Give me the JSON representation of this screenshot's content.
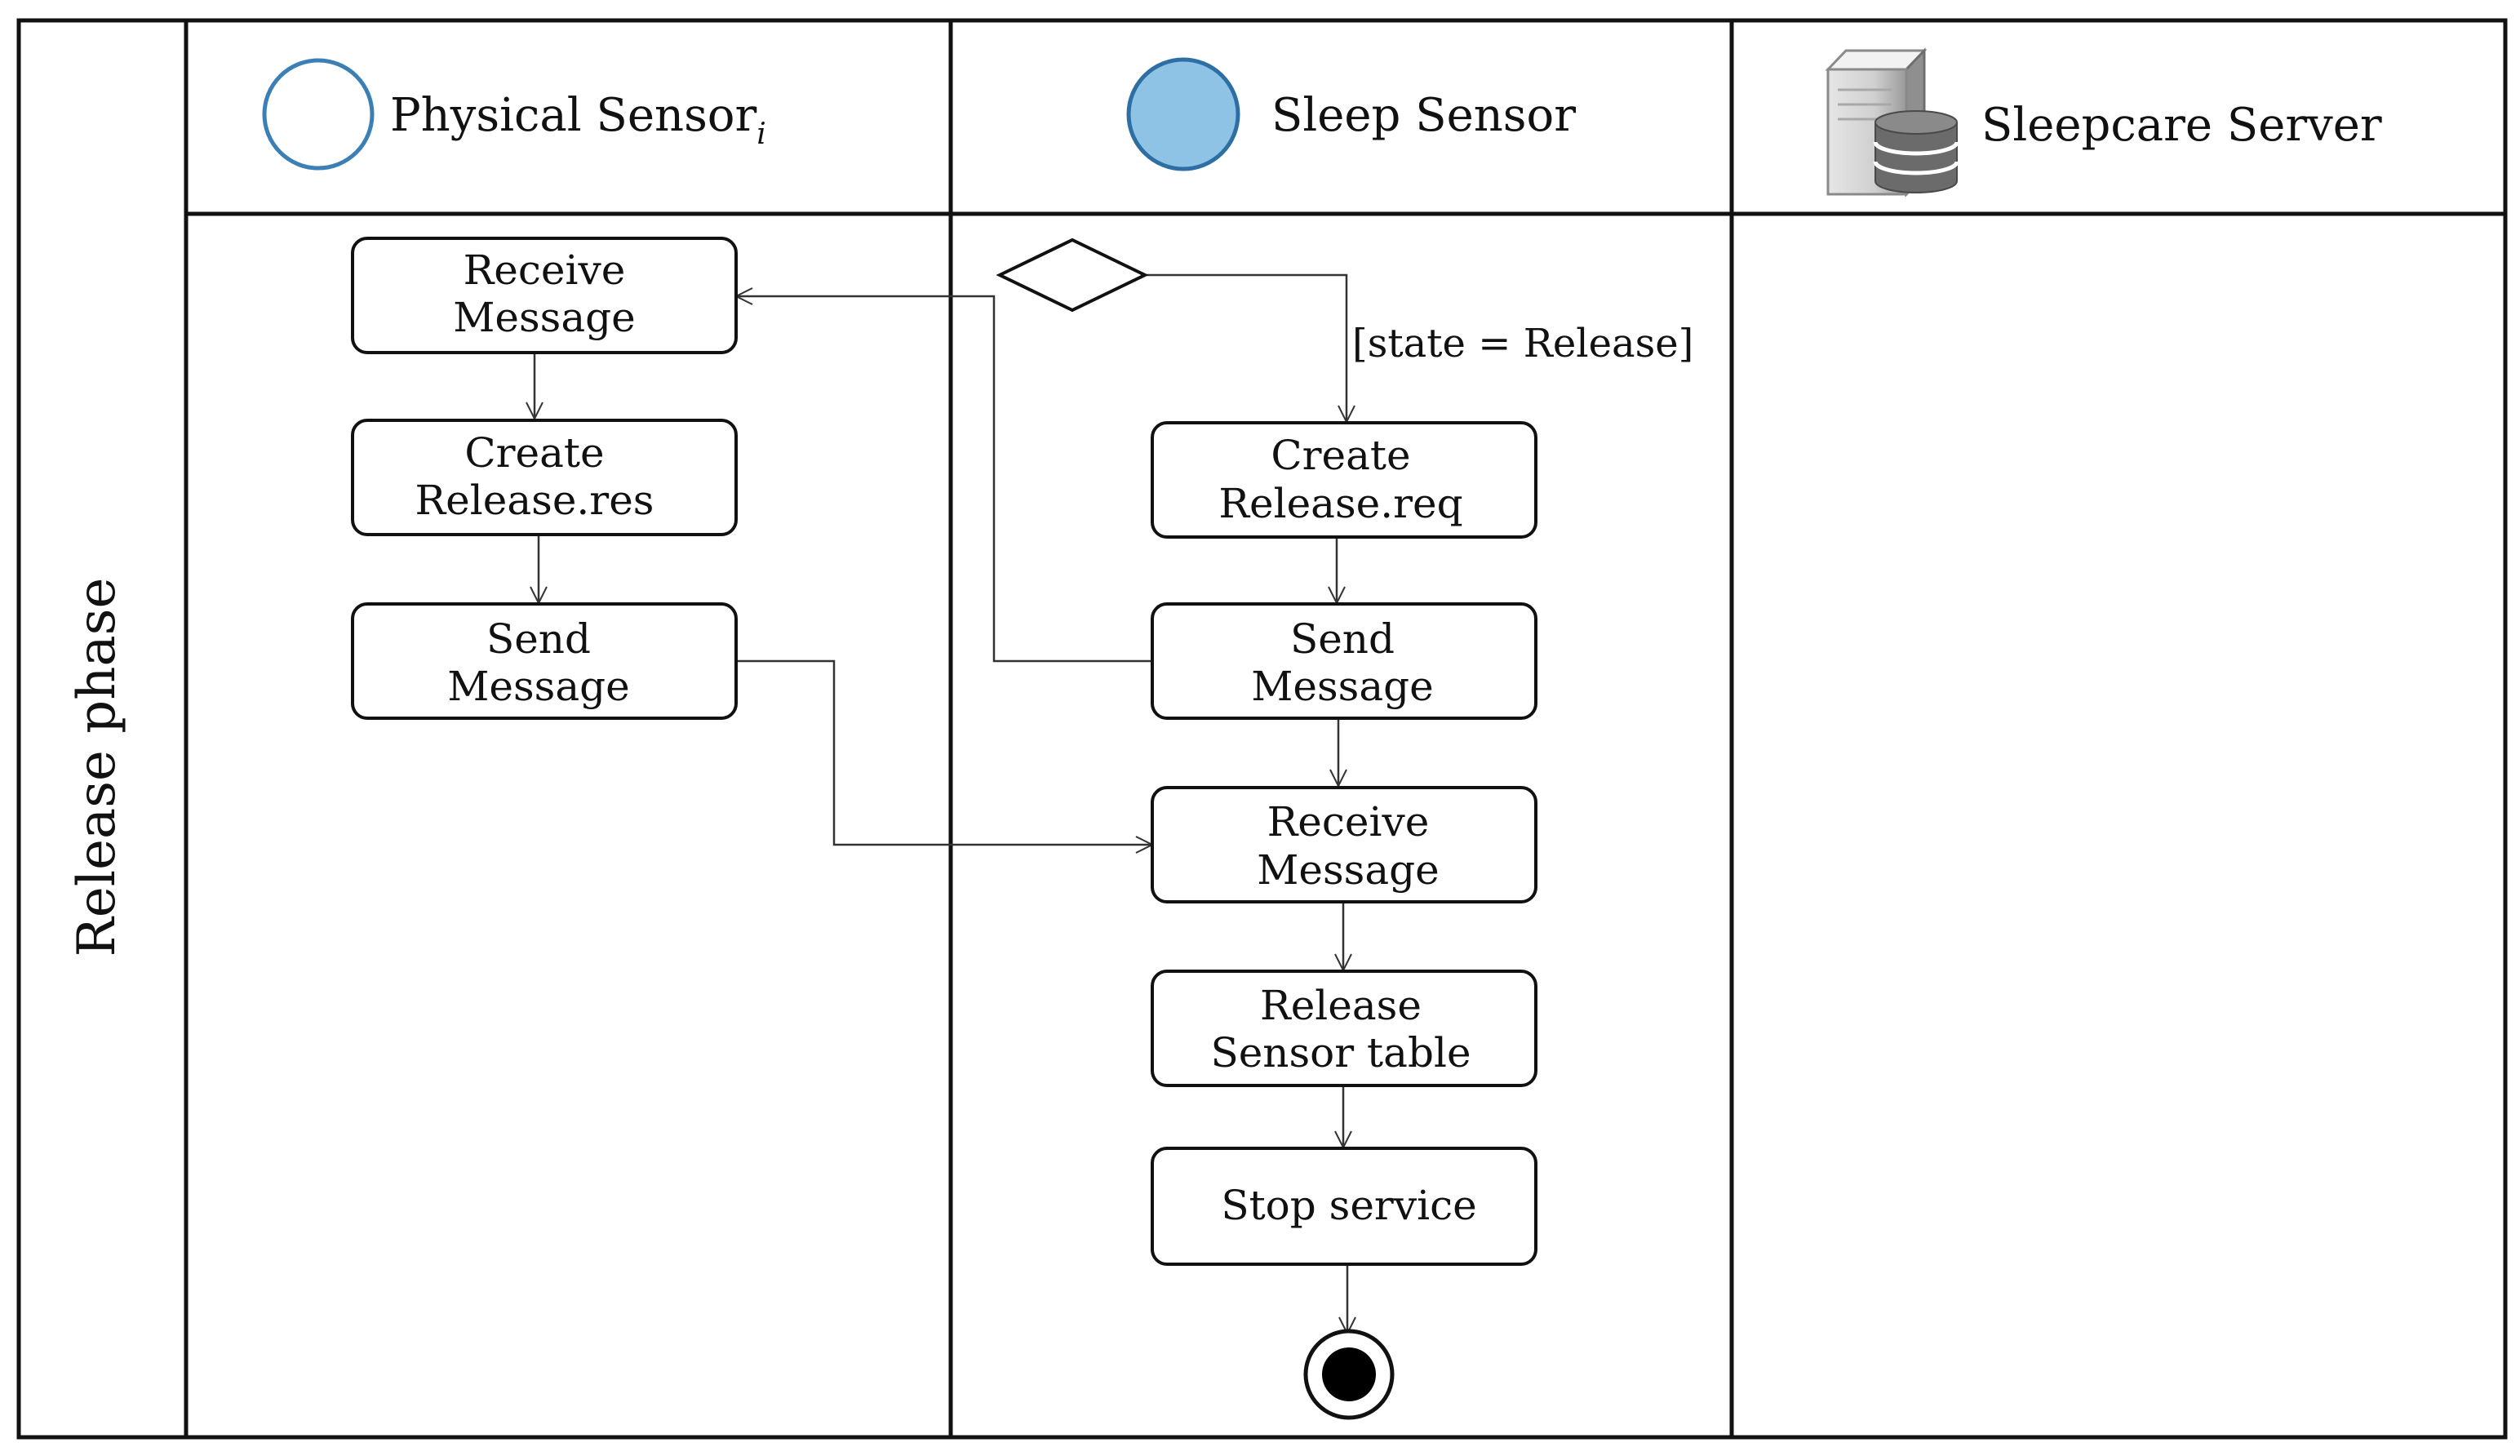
{
  "phase_label": "Release phase",
  "lanes": {
    "physical_sensor": {
      "title": "Physical Sensor",
      "subscript": "i"
    },
    "sleep_sensor": {
      "title": "Sleep Sensor"
    },
    "sleepcare_server": {
      "title": "Sleepcare Server"
    }
  },
  "nodes": {
    "ps_receive": {
      "line1": "Receive",
      "line2": "Message"
    },
    "ps_create": {
      "line1": "Create",
      "line2": "Release.res"
    },
    "ps_send": {
      "line1": "Send",
      "line2": "Message"
    },
    "ss_create": {
      "line1": "Create",
      "line2": "Release.req"
    },
    "ss_send": {
      "line1": "Send",
      "line2": "Message"
    },
    "ss_receive": {
      "line1": "Receive",
      "line2": "Message"
    },
    "ss_release": {
      "line1": "Release",
      "line2": "Sensor table"
    },
    "ss_stop": {
      "line1": "Stop service"
    }
  },
  "guard": "[state = Release]",
  "icons": {
    "physical_sensor": "hollow-circle-icon",
    "sleep_sensor": "filled-circle-icon",
    "sleepcare_server": "server-database-icon",
    "end": "final-node-icon",
    "decision": "decision-diamond-icon"
  },
  "colors": {
    "physical_sensor_stroke": "#3a7fb5",
    "sleep_sensor_fill": "#8ec3e6",
    "sleep_sensor_stroke": "#2d6fa3"
  }
}
